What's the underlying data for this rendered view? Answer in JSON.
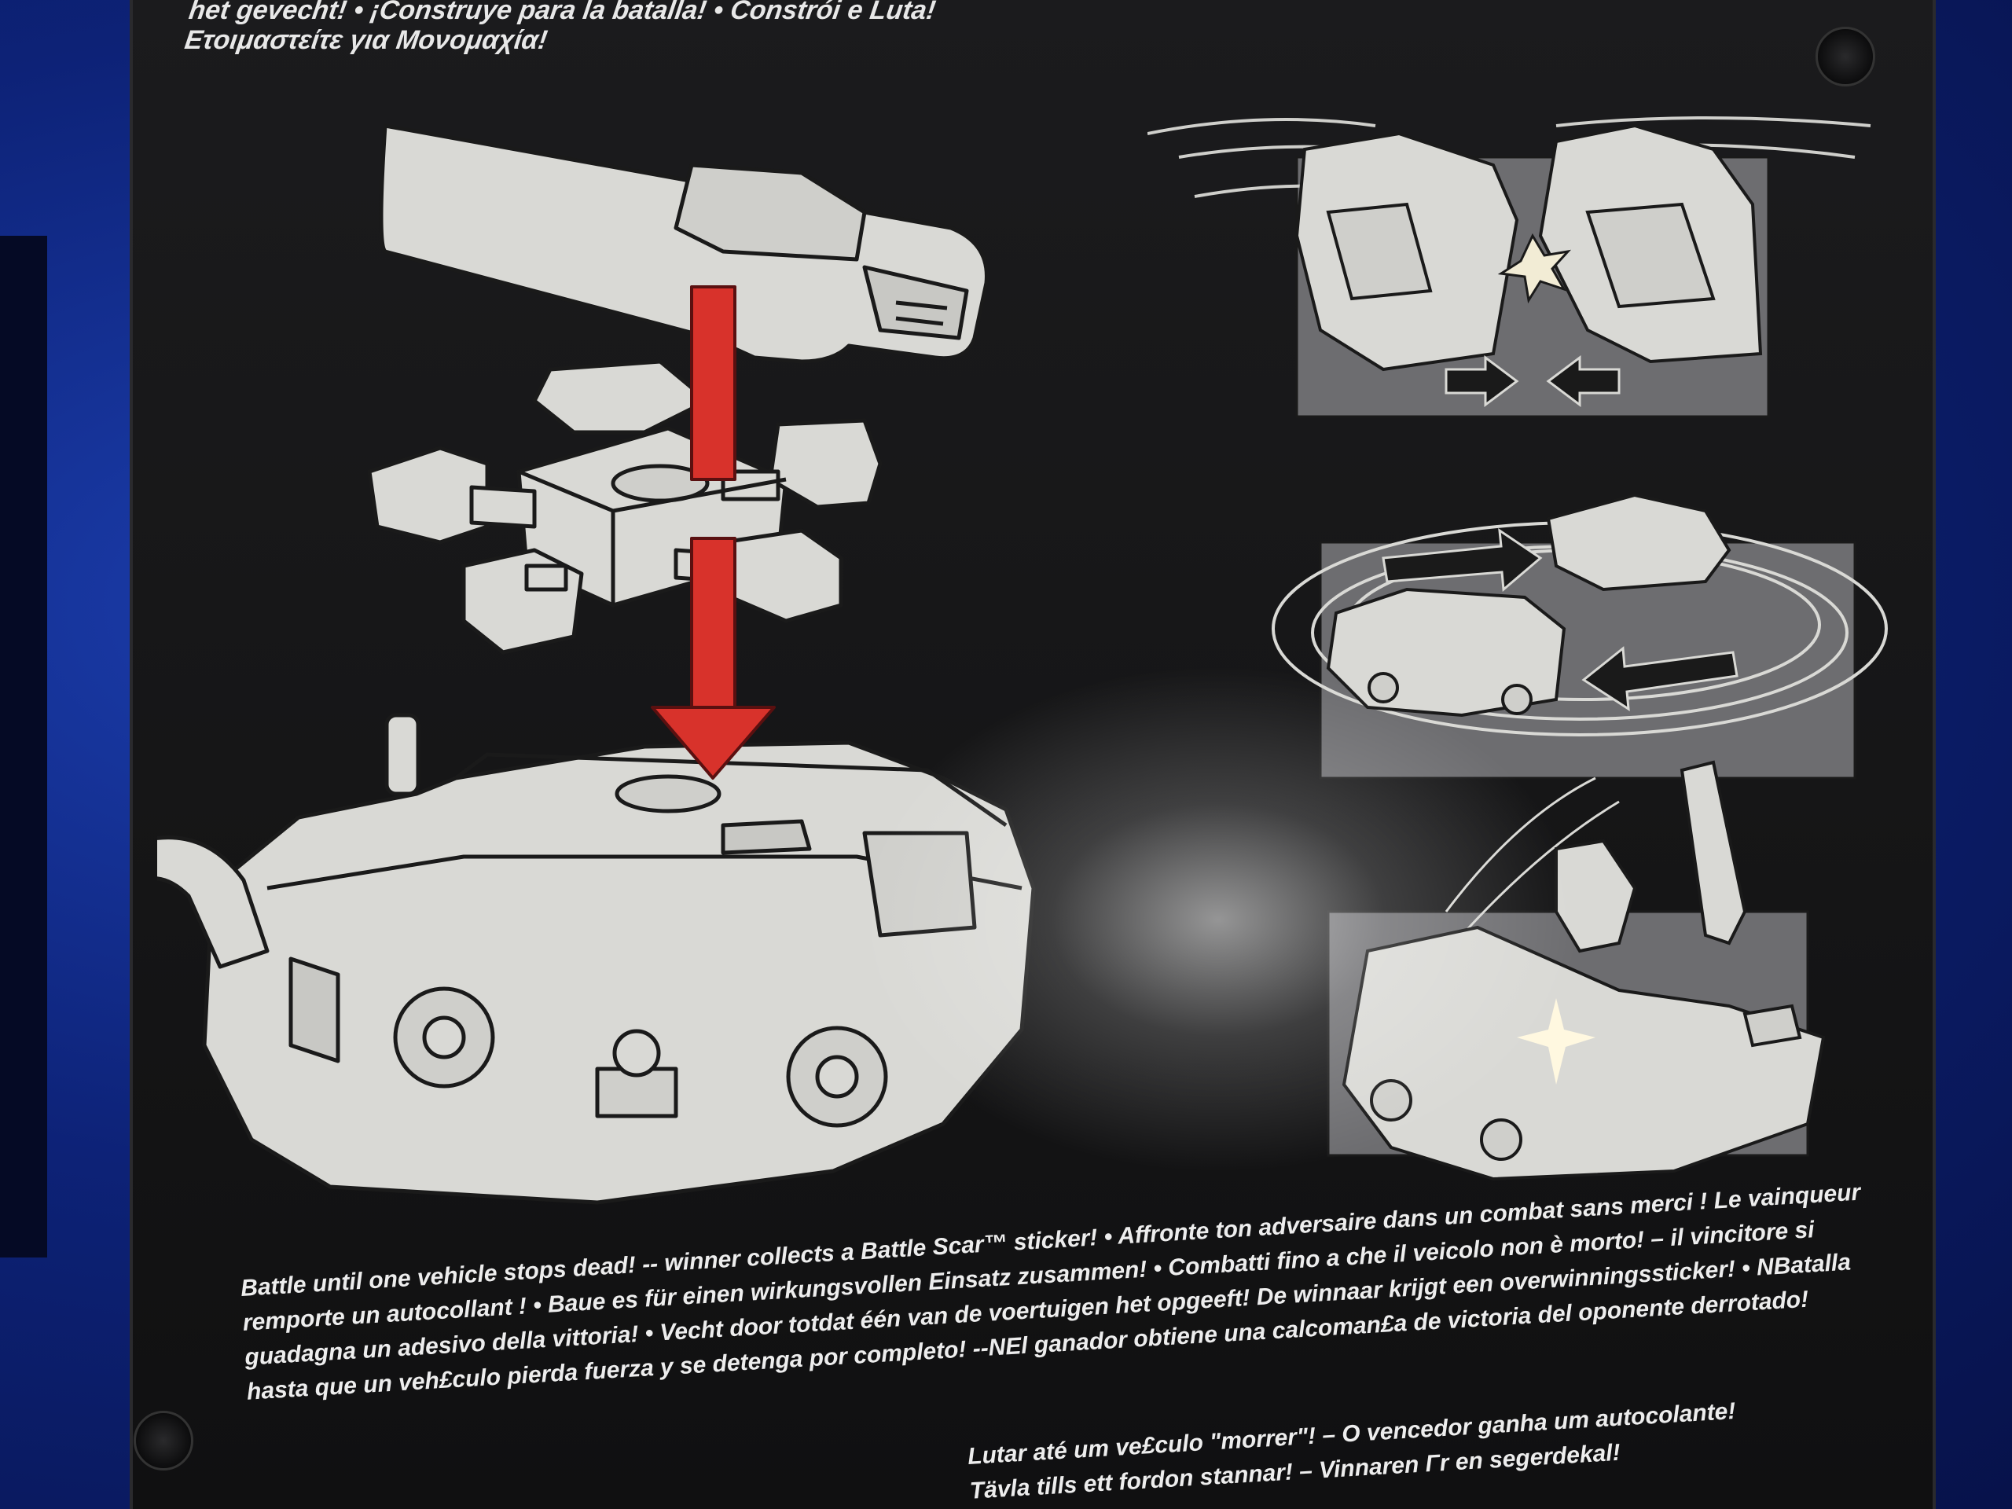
{
  "header": {
    "lines": [
      "het gevecht! • ¡Construye para la batalla! • Constrói e Luta!",
      "Ετοιμαστείτε για Μονομαχία!"
    ]
  },
  "instructions": {
    "lines": [
      "Battle until one vehicle stops dead! -- winner collects a Battle Scar™ sticker! • Affronte ton adversaire dans un combat sans merci ! Le vainqueur",
      "remporte un autocollant ! • Baue es für einen wirkungsvollen Einsatz zusammen! • Combatti fino a che il veicolo non è morto! – il vincitore si",
      "guadagna un adesivo della vittoria! • Vecht door totdat één van de voertuigen het opgeeft! De winnaar krijgt een overwinningssticker! • NBatalla",
      "hasta que un veh£culo pierda fuerza y se detenga por completo! --NEl ganador obtiene una calcoman£a de victoria del oponente derrotado!"
    ]
  },
  "instructions_lower": {
    "lines": [
      "Lutar até um ve£culo \"morrer\"! – O vencedor ganha um autocolante!",
      "Tävla tills ett fordon stannar! – Vinnaren Γr en segerdekal!"
    ]
  },
  "colors": {
    "arrow_red": "#d8322b",
    "line_art_fill": "#d9d9d5",
    "panel_bg": "#161617",
    "frame_gray": "#6d6d70"
  },
  "icons": [
    "assembly-arrow-icon",
    "collision-arrow-icon",
    "spin-arrow-icon",
    "impact-star-icon"
  ]
}
